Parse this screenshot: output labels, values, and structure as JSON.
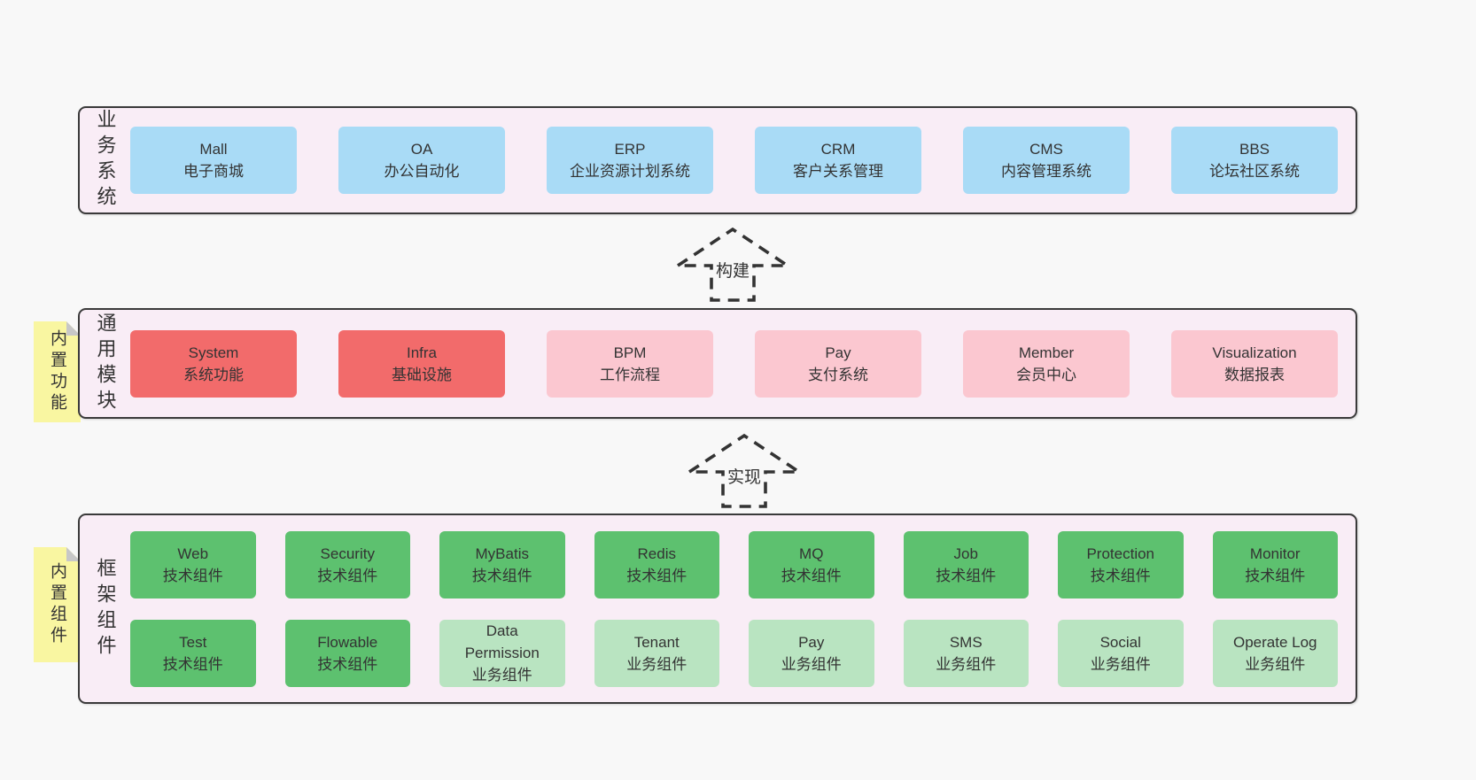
{
  "top_panel": {
    "label": "业务系统",
    "boxes": [
      {
        "name": "Mall",
        "subtitle": "电子商城"
      },
      {
        "name": "OA",
        "subtitle": "办公自动化"
      },
      {
        "name": "ERP",
        "subtitle": "企业资源计划系统"
      },
      {
        "name": "CRM",
        "subtitle": "客户关系管理"
      },
      {
        "name": "CMS",
        "subtitle": "内容管理系统"
      },
      {
        "name": "BBS",
        "subtitle": "论坛社区系统"
      }
    ]
  },
  "arrow_build": {
    "label": "构建"
  },
  "middle_panel": {
    "label": "通用模块",
    "sticky": "内置功能",
    "boxes": [
      {
        "name": "System",
        "subtitle": "系统功能"
      },
      {
        "name": "Infra",
        "subtitle": "基础设施"
      },
      {
        "name": "BPM",
        "subtitle": "工作流程"
      },
      {
        "name": "Pay",
        "subtitle": "支付系统"
      },
      {
        "name": "Member",
        "subtitle": "会员中心"
      },
      {
        "name": "Visualization",
        "subtitle": "数据报表"
      }
    ]
  },
  "arrow_implement": {
    "label": "实现"
  },
  "bottom_panel": {
    "label": "框架组件",
    "sticky": "内置组件",
    "row1": [
      {
        "name": "Web",
        "subtitle": "技术组件"
      },
      {
        "name": "Security",
        "subtitle": "技术组件"
      },
      {
        "name": "MyBatis",
        "subtitle": "技术组件"
      },
      {
        "name": "Redis",
        "subtitle": "技术组件"
      },
      {
        "name": "MQ",
        "subtitle": "技术组件"
      },
      {
        "name": "Job",
        "subtitle": "技术组件"
      },
      {
        "name": "Protection",
        "subtitle": "技术组件"
      },
      {
        "name": "Monitor",
        "subtitle": "技术组件"
      }
    ],
    "row2": [
      {
        "name": "Test",
        "subtitle": "技术组件"
      },
      {
        "name": "Flowable",
        "subtitle": "技术组件"
      },
      {
        "name": "Data Permission",
        "subtitle": "业务组件"
      },
      {
        "name": "Tenant",
        "subtitle": "业务组件"
      },
      {
        "name": "Pay",
        "subtitle": "业务组件"
      },
      {
        "name": "SMS",
        "subtitle": "业务组件"
      },
      {
        "name": "Social",
        "subtitle": "业务组件"
      },
      {
        "name": "Operate Log",
        "subtitle": "业务组件"
      }
    ]
  },
  "colors": {
    "page_bg": "#f8f8f8",
    "panel_bg": "#f9edf6",
    "panel_border": "#3a3a3a",
    "blue_box": "#a9dbf6",
    "red_box": "#f26b6b",
    "pink_box": "#fbc7d0",
    "green_box": "#5dc16f",
    "light_green_box": "#b9e4c1",
    "sticky_bg": "#f9f6a1",
    "text": "#333333"
  }
}
